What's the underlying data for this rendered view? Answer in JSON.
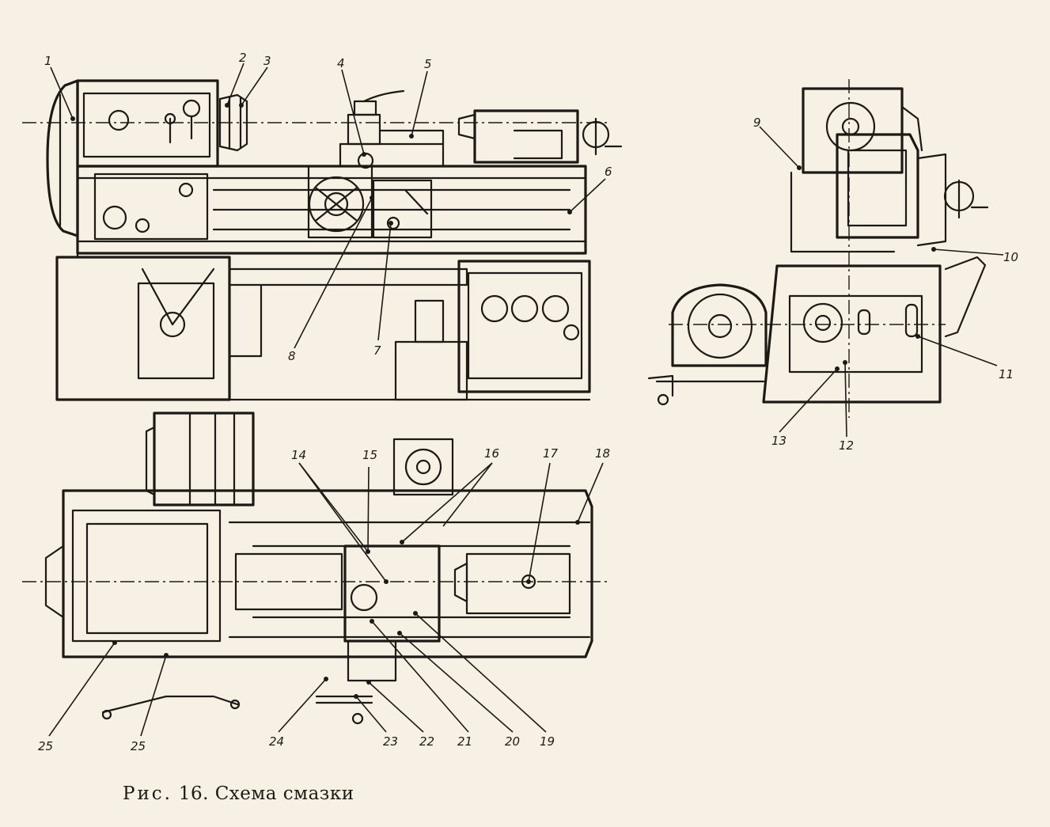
{
  "figure": {
    "caption_prefix": "Рис.",
    "caption_text": "16. Схема смазки"
  },
  "callouts": {
    "front_view": [
      "1",
      "2",
      "3",
      "4",
      "5",
      "6",
      "7",
      "8"
    ],
    "side_view": [
      "9",
      "10",
      "11",
      "12",
      "13"
    ],
    "top_view": [
      "14",
      "15",
      "16",
      "17",
      "18",
      "19",
      "20",
      "21",
      "22",
      "23",
      "24",
      "25",
      "25"
    ]
  }
}
